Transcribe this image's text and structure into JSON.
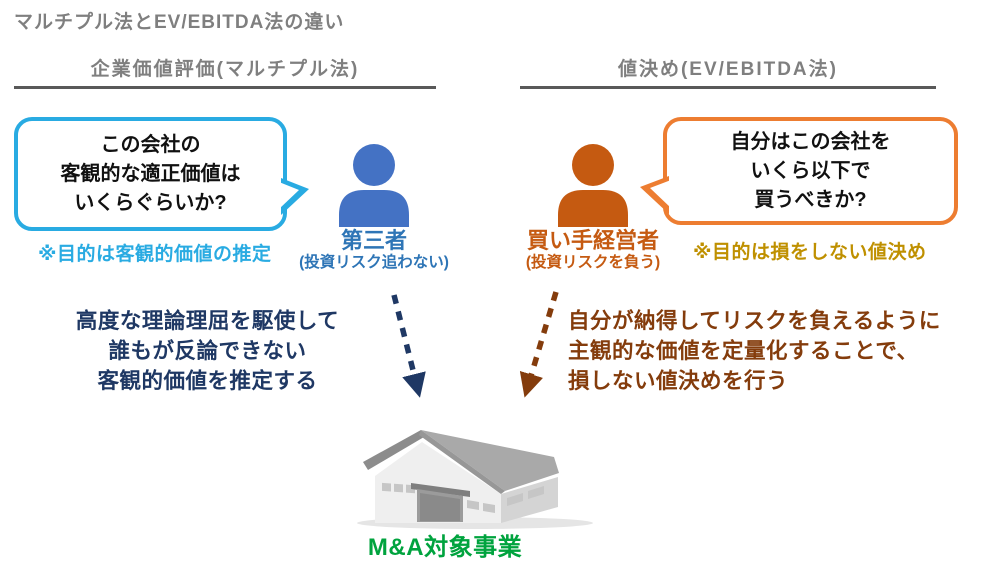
{
  "page": {
    "title": "マルチプル法とEV/EBITDA法の違い"
  },
  "left_section": {
    "header": "企業価値評価(マルチプル法)",
    "bubble_text": "この会社の\n客観的な適正価値は\nいくらぐらいか?",
    "purpose_note": "※目的は客観的価値の推定",
    "person_label": "第三者",
    "person_sublabel": "(投資リスク追わない)",
    "description": "高度な理論理屈を駆使して\n誰もが反論できない\n客観的価値を推定する",
    "colors": {
      "bubble_border": "#29ABE2",
      "note_text": "#29ABE2",
      "person_icon": "#4472C4",
      "person_label": "#2E75B6",
      "description_text": "#1F3864",
      "arrow": "#1F3864"
    }
  },
  "right_section": {
    "header": "値決め(EV/EBITDA法)",
    "bubble_text": "自分はこの会社を\nいくら以下で\n買うべきか?",
    "purpose_note": "※目的は損をしない値決め",
    "person_label": "買い手経営者",
    "person_sublabel": "(投資リスクを負う)",
    "description": "自分が納得してリスクを負えるように\n主観的な価値を定量化することで、\n損しない値決めを行う",
    "colors": {
      "bubble_border": "#ED7D31",
      "note_text": "#BF9000",
      "person_icon": "#C55A11",
      "person_label": "#C55A11",
      "description_text": "#843C0C",
      "arrow": "#843C0C"
    }
  },
  "target": {
    "label": "M&A対象事業",
    "label_color": "#00A33E"
  },
  "icons": {
    "left_person": "person-icon",
    "right_person": "person-icon",
    "left_arrow": "dashed-arrow-down-icon",
    "right_arrow": "dashed-arrow-down-icon",
    "building": "warehouse-icon"
  },
  "misc": {
    "header_underline_color": "#595959",
    "title_color": "#7F7F7F"
  }
}
